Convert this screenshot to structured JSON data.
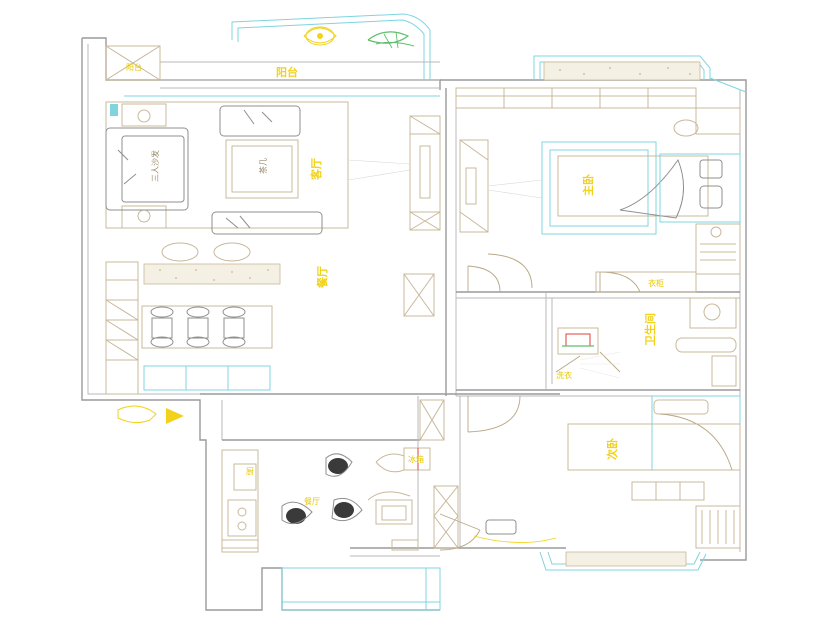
{
  "plan": {
    "rooms": [
      {
        "id": "balcony-north",
        "text": ""
      },
      {
        "id": "living-room",
        "text": ""
      },
      {
        "id": "dining-room",
        "text": ""
      },
      {
        "id": "master-bedroom",
        "text": ""
      },
      {
        "id": "bathroom",
        "text": ""
      },
      {
        "id": "second-bedroom",
        "text": ""
      },
      {
        "id": "kitchen",
        "text": ""
      }
    ]
  },
  "colors": {
    "wall": "#9a9a9a",
    "furniture": "#c9b89a",
    "glass": "#7fd4e0",
    "label": "#f2d21a",
    "red_accent": "#e0403a",
    "green_plant": "#5fbf6a"
  },
  "icons": [
    "entry-arrow-icon",
    "plant-icon",
    "flower-icon",
    "window-icon"
  ]
}
